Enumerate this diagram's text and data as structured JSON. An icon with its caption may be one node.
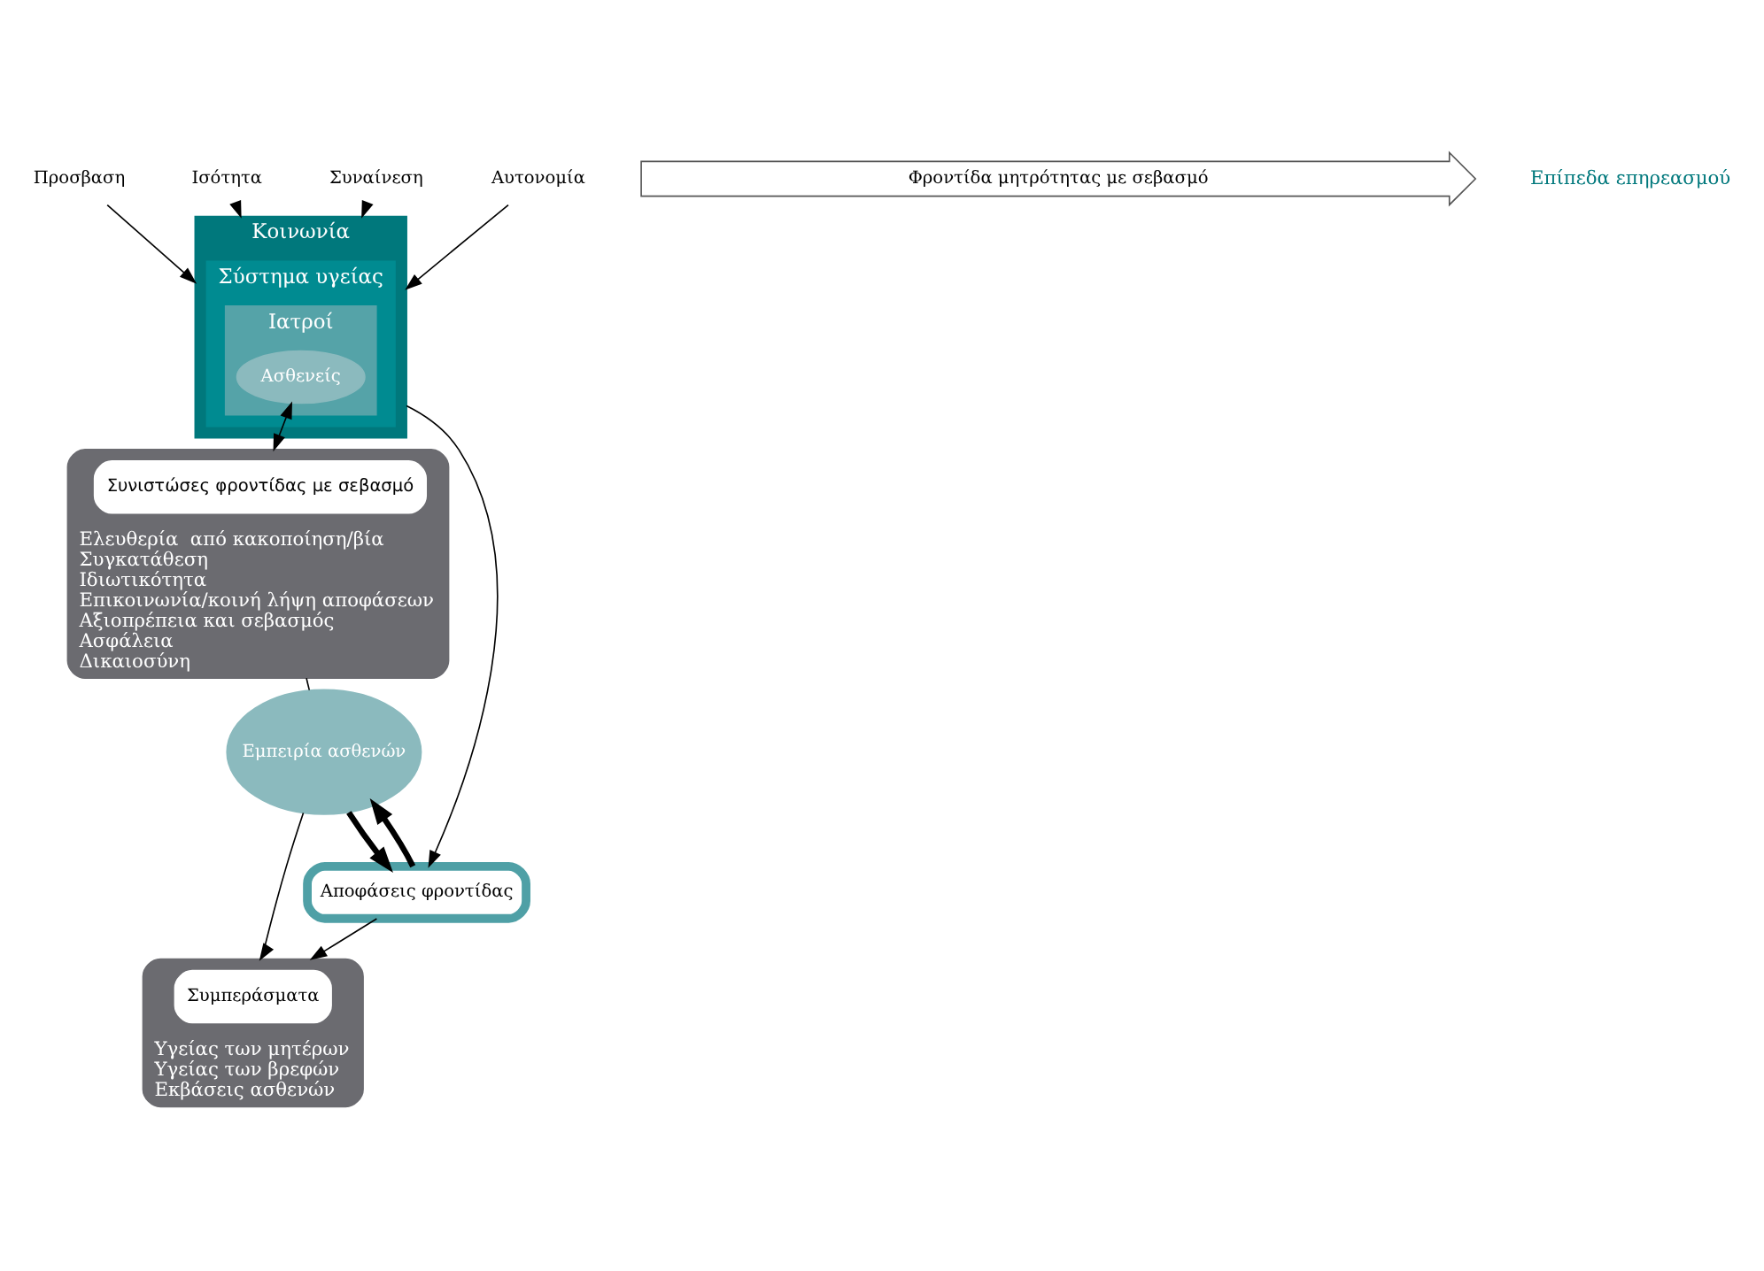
{
  "diagram": {
    "nodes": [
      {
        "text": [
          "Κοινωνία"
        ]
      },
      {
        "text": [
          "Σύστημα υγείας"
        ],
        "in": 0
      },
      {
        "text": [
          "Ιατροί"
        ],
        "in": 1
      },
      {
        "text": [
          "Ασθενείς"
        ],
        "in": 2
      },
      {
        "text": [
          "Προσβαση"
        ]
      },
      {
        "text": [
          "Ισότητα"
        ]
      },
      {
        "text": [
          "Συναίνεση"
        ]
      },
      {
        "text": [
          "Αυτονομία"
        ]
      },
      {
        "text": [
          "Ελευθερία  από κακοποίηση/βία",
          "Συγκατάθεση",
          "Ιδιωτικότητα",
          "Επικοινωνία/κοινή λήψη αποφάσεων",
          "Αξιοπρέπεια και σεβασμός",
          "Ασφάλεια",
          "Δικαιοσύνη"
        ]
      },
      {
        "text": [
          "Συνιστώσες φροντίδας με σεβασμό"
        ],
        "in": 8
      },
      {
        "text": [
          "Αποφάσεις φροντίδας"
        ]
      },
      {
        "text": [
          "Εμπειρία ασθενών"
        ]
      },
      {
        "text": [
          "Υγείας των μητέρων",
          "Υγείας των βρεφών",
          "Εκβάσεις ασθενών"
        ]
      },
      {
        "text": [
          "Συμπεράσματα"
        ],
        "in": 12
      },
      {
        "text": [
          "Φροντίδα μητρότητας με σεβασμό"
        ]
      }
    ],
    "edges": [
      {
        "from": 4,
        "to": 0,
        "arrow": "to"
      },
      {
        "from": 5,
        "to": 0,
        "arrow": "to"
      },
      {
        "from": 6,
        "to": 0,
        "arrow": "to"
      },
      {
        "from": 7,
        "to": 0,
        "arrow": "to"
      },
      {
        "from": 3,
        "to": 8,
        "arrow": "both"
      },
      {
        "from": 0,
        "to": 10,
        "arrow": "to"
      },
      {
        "from": 10,
        "to": 12,
        "arrow": "to"
      },
      {
        "from": 10,
        "to": 11,
        "arrow": "to",
        "style": "thick"
      },
      {
        "from": 11,
        "to": 10,
        "arrow": "to",
        "style": "thick"
      },
      {
        "from": 8,
        "to": 11,
        "arrow": "none"
      },
      {
        "from": 11,
        "to": 12,
        "arrow": "to"
      }
    ],
    "labels": [
      "Επίπεδα επηρεασμού"
    ]
  }
}
